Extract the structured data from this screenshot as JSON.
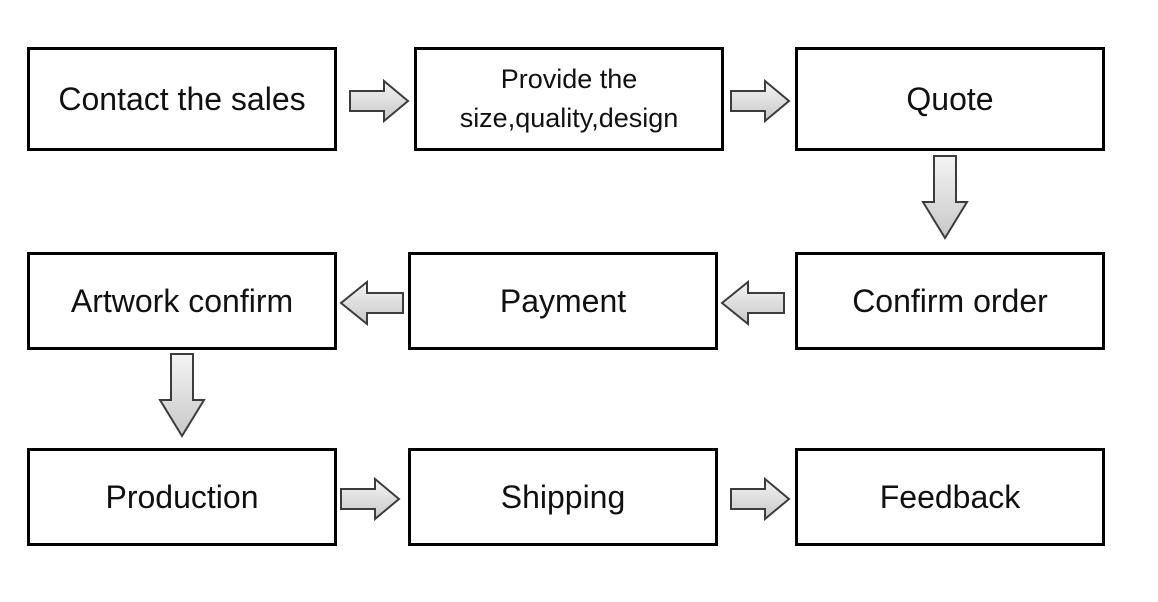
{
  "diagram": {
    "steps": {
      "contact_sales": "Contact the sales",
      "provide_line1": "Provide the",
      "provide_line2": "size,quality,design",
      "quote": "Quote",
      "confirm_order": "Confirm order",
      "payment": "Payment",
      "artwork_confirm": "Artwork confirm",
      "production": "Production",
      "shipping": "Shipping",
      "feedback": "Feedback"
    },
    "colors": {
      "box_border": "#000000",
      "box_fill": "#ffffff",
      "arrow_fill_light": "#f4f4f4",
      "arrow_fill_dark": "#c8c8c8",
      "arrow_stroke": "#3c3c3c"
    }
  }
}
